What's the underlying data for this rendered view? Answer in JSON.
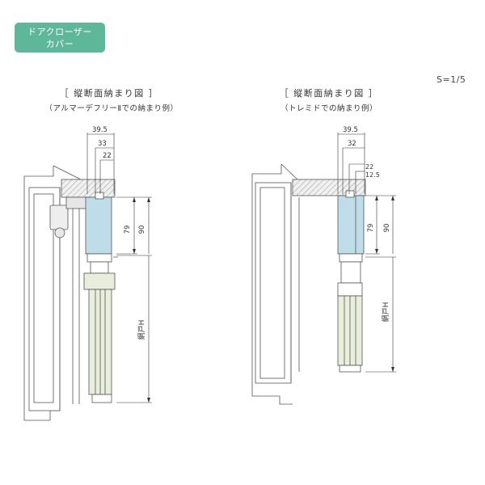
{
  "badge": {
    "line1": "ドアクローザー",
    "line2": "カバー"
  },
  "scale": "S=1/5",
  "panels": [
    {
      "title": "［ 縦断面納まり図 ］",
      "subtitle": "（アルマーデフリーⅡでの納まり例）",
      "dims_top": [
        "39.5",
        "33",
        "22"
      ],
      "dims_side": [
        "79",
        "90"
      ],
      "height_label": "網戸H"
    },
    {
      "title": "［ 縦断面納まり図 ］",
      "subtitle": "（トレミドでの納まり例）",
      "dims_top": [
        "39.5",
        "32",
        "22",
        "12.5"
      ],
      "dims_side": [
        "79",
        "90"
      ],
      "height_label": "網戸H"
    }
  ],
  "colors": {
    "badge": "#5fb79a",
    "cover_blue": "#bfdde8",
    "screen_green": "#e8eddc",
    "line": "#555555"
  }
}
